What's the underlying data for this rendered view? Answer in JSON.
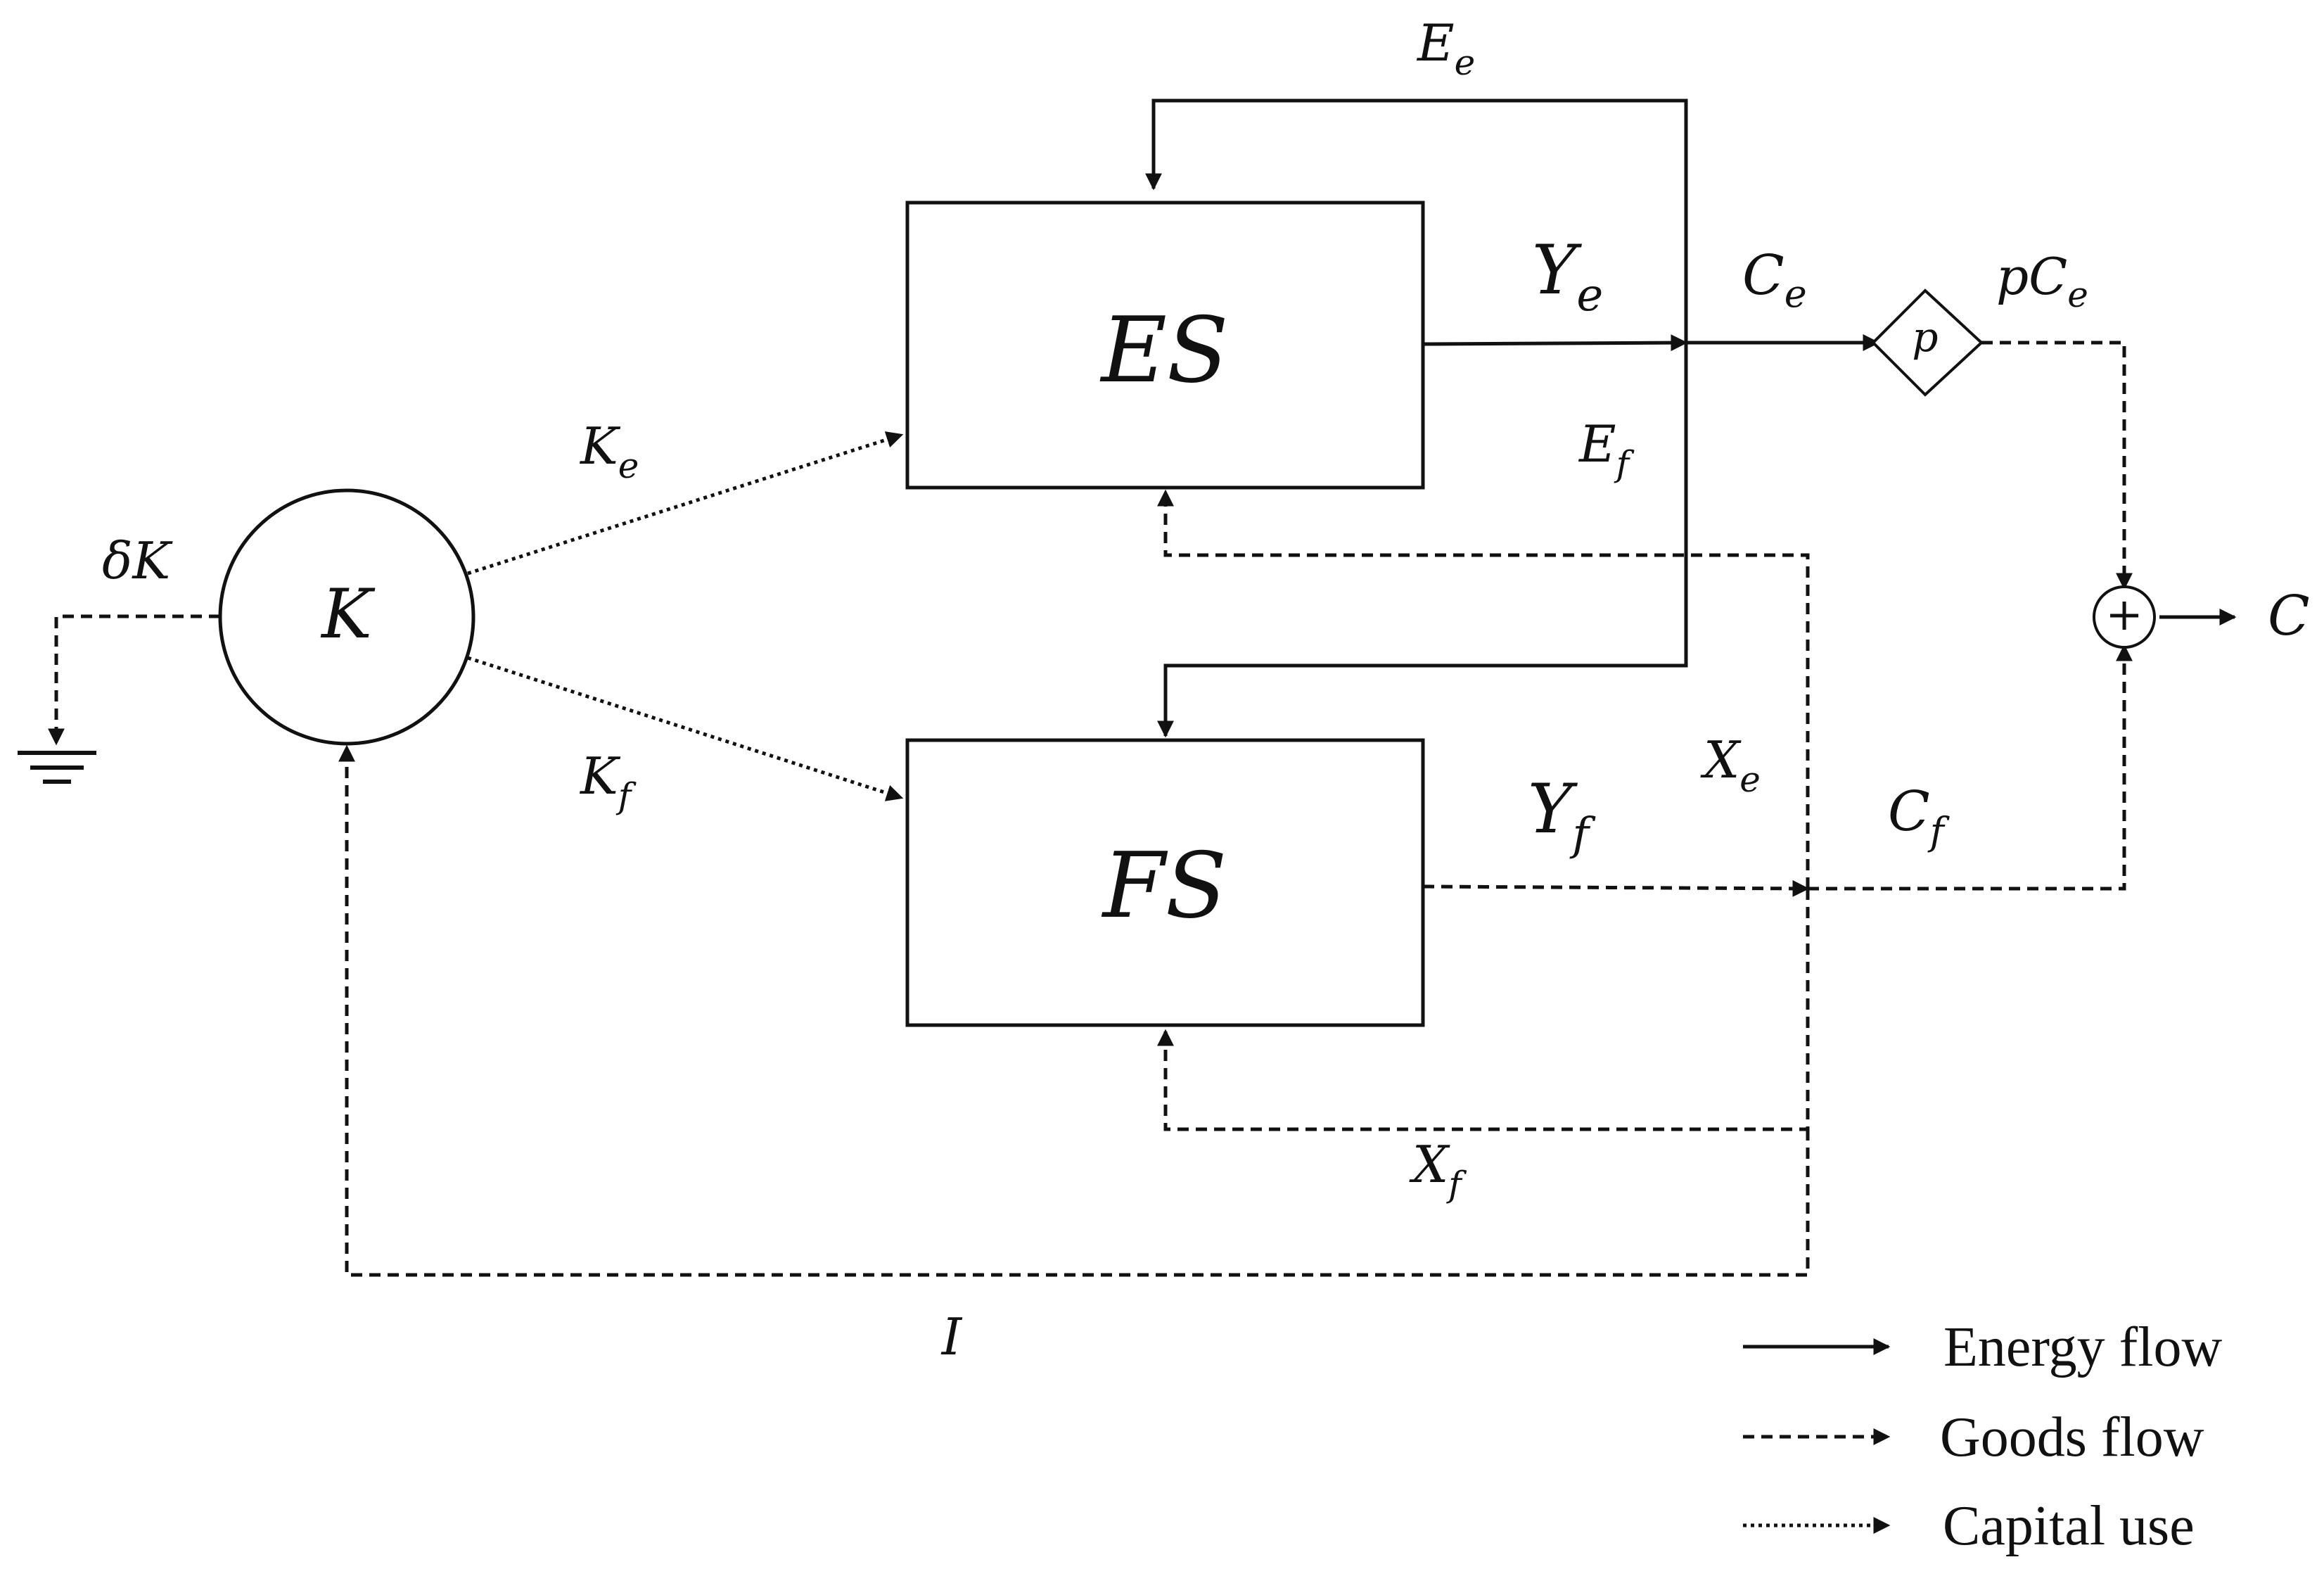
{
  "nodes": {
    "es_box": {
      "main": "ES"
    },
    "fs_box": {
      "main": "FS"
    },
    "capital_node": {
      "main": "K"
    },
    "price_node": {
      "main": "p"
    },
    "sum_node": {
      "main": "+"
    }
  },
  "labels": {
    "delta_k": {
      "main": "δK"
    },
    "k_e": {
      "main": "K",
      "sub": "e"
    },
    "k_f": {
      "main": "K",
      "sub": "f"
    },
    "e_e": {
      "main": "E",
      "sub": "e"
    },
    "e_f": {
      "main": "E",
      "sub": "f"
    },
    "y_e": {
      "main": "Y",
      "sub": "e"
    },
    "y_f": {
      "main": "Y",
      "sub": "f"
    },
    "c_e": {
      "main": "C",
      "sub": "e"
    },
    "p_c_e": {
      "main": "pC",
      "sub": "e"
    },
    "c_f": {
      "main": "C",
      "sub": "f"
    },
    "x_e": {
      "main": "X",
      "sub": "e"
    },
    "x_f": {
      "main": "X",
      "sub": "f"
    },
    "investment": {
      "main": "I"
    },
    "consumption": {
      "main": "C"
    }
  },
  "legend": {
    "energy_flow": "Energy flow",
    "goods_flow": "Goods flow",
    "capital_use": "Capital use"
  }
}
